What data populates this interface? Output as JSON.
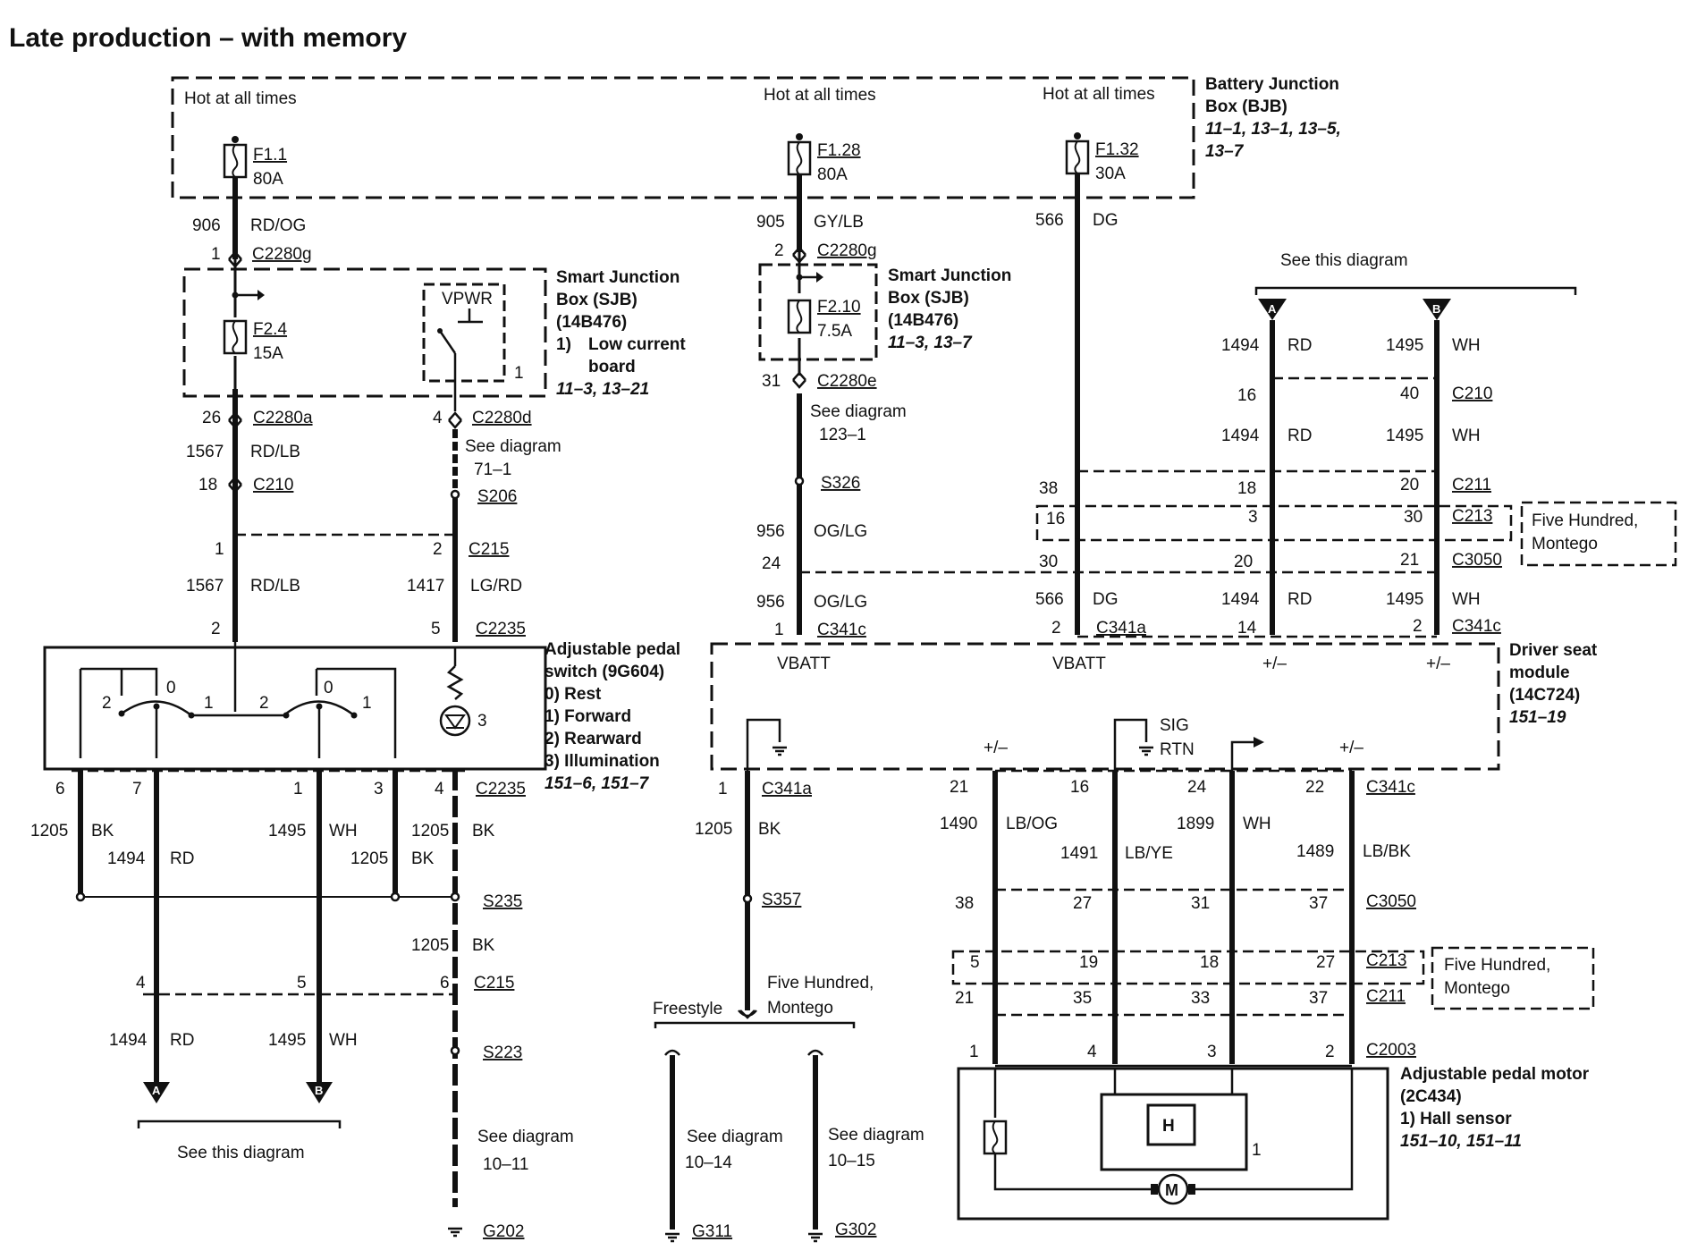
{
  "title": "Late production – with memory",
  "bjb": {
    "hot_left": "Hot at all times",
    "hot_mid": "Hot at all times",
    "hot_right": "Hot at all times",
    "name1": "Battery Junction",
    "name2": "Box (BJB)",
    "refs1": "11–1, 13–1, 13–5,",
    "refs2": "13–7",
    "fuses": [
      {
        "id": "F1.1",
        "rating": "80A"
      },
      {
        "id": "F1.28",
        "rating": "80A"
      },
      {
        "id": "F1.32",
        "rating": "30A"
      }
    ]
  },
  "sjb_left": {
    "name1": "Smart Junction",
    "name2": "Box (SJB)",
    "part": "(14B476)",
    "note_num": "1)",
    "note1": "Low current",
    "note2": "board",
    "refs": "11–3, 13–21",
    "fuse": {
      "id": "F2.4",
      "rating": "15A"
    },
    "vpwr": "VPWR",
    "relay_pin": "1"
  },
  "sjb_mid": {
    "name1": "Smart Junction",
    "name2": "Box (SJB)",
    "part": "(14B476)",
    "refs": "11–3, 13–7",
    "fuse": {
      "id": "F2.10",
      "rating": "7.5A"
    }
  },
  "pedal_switch": {
    "name1": "Adjustable pedal",
    "name2": "switch (9G604)",
    "states": [
      "0)   Rest",
      "1)   Forward",
      "2)   Rearward",
      "3)   Illumination"
    ],
    "refs": "151–6, 151–7",
    "contacts": [
      "2",
      "0",
      "1",
      "2",
      "0",
      "1",
      "3"
    ]
  },
  "driver_module": {
    "name1": "Driver seat",
    "name2": "module",
    "part": "(14C724)",
    "refs": "151–19",
    "vbatt1": "VBATT",
    "vbatt2": "VBATT",
    "pm1": "+/–",
    "pm2": "+/–",
    "pm3": "+/–",
    "pm4": "+/–",
    "sig": "SIG",
    "rtn": "RTN"
  },
  "pedal_motor": {
    "name1": "Adjustable pedal motor",
    "name2": "(2C434)",
    "note": "1)   Hall sensor",
    "refs": "151–10, 151–11",
    "hall": "H",
    "motor": "M",
    "pin": "1"
  },
  "five_hundred_box1": {
    "line1": "Five Hundred,",
    "line2": "Montego"
  },
  "five_hundred_box2": {
    "line1": "Five Hundred,",
    "line2": "Montego"
  },
  "see_this_top": "See this diagram",
  "see_this_bottom": "See this diagram",
  "connector_A": "A",
  "connector_B": "B",
  "freestyle": "Freestyle",
  "five_hundred_split1": "Five Hundred,",
  "five_hundred_split2": "Montego",
  "wires": [
    {
      "id": "w1",
      "text": "906"
    },
    {
      "id": "w2",
      "text": "RD/OG"
    },
    {
      "id": "w3",
      "text": "1"
    },
    {
      "id": "w4",
      "text": "C2280g"
    },
    {
      "id": "w5",
      "text": "26"
    },
    {
      "id": "w6",
      "text": "C2280a"
    },
    {
      "id": "w7",
      "text": "1567"
    },
    {
      "id": "w8",
      "text": "RD/LB"
    },
    {
      "id": "w9",
      "text": "18"
    },
    {
      "id": "w10",
      "text": "C210"
    },
    {
      "id": "w11",
      "text": "4"
    },
    {
      "id": "w12",
      "text": "C2280d"
    },
    {
      "id": "w13",
      "text": "See diagram"
    },
    {
      "id": "w14",
      "text": "71–1"
    },
    {
      "id": "w15",
      "text": "S206"
    },
    {
      "id": "w16",
      "text": "1"
    },
    {
      "id": "w17",
      "text": "2"
    },
    {
      "id": "w18",
      "text": "C215"
    },
    {
      "id": "w19",
      "text": "1567"
    },
    {
      "id": "w20",
      "text": "RD/LB"
    },
    {
      "id": "w21",
      "text": "1417"
    },
    {
      "id": "w22",
      "text": "LG/RD"
    },
    {
      "id": "w23",
      "text": "2"
    },
    {
      "id": "w24",
      "text": "5"
    },
    {
      "id": "w25",
      "text": "C2235"
    },
    {
      "id": "w26",
      "text": "905"
    },
    {
      "id": "w27",
      "text": "GY/LB"
    },
    {
      "id": "w28",
      "text": "2"
    },
    {
      "id": "w29",
      "text": "C2280g"
    },
    {
      "id": "w30",
      "text": "31"
    },
    {
      "id": "w31",
      "text": "C2280e"
    },
    {
      "id": "w32",
      "text": "See diagram"
    },
    {
      "id": "w33",
      "text": "123–1"
    },
    {
      "id": "w34",
      "text": "S326"
    },
    {
      "id": "w35",
      "text": "956"
    },
    {
      "id": "w36",
      "text": "OG/LG"
    },
    {
      "id": "w37",
      "text": "24"
    },
    {
      "id": "w38",
      "text": "956"
    },
    {
      "id": "w39",
      "text": "OG/LG"
    },
    {
      "id": "w40",
      "text": "1"
    },
    {
      "id": "w41",
      "text": "C341c"
    },
    {
      "id": "w42",
      "text": "566"
    },
    {
      "id": "w43",
      "text": "DG"
    },
    {
      "id": "w44",
      "text": "1494"
    },
    {
      "id": "w45",
      "text": "RD"
    },
    {
      "id": "w46",
      "text": "1495"
    },
    {
      "id": "w47",
      "text": "WH"
    },
    {
      "id": "w48",
      "text": "16"
    },
    {
      "id": "w49",
      "text": "40"
    },
    {
      "id": "w50",
      "text": "C210"
    },
    {
      "id": "w51",
      "text": "1494"
    },
    {
      "id": "w52",
      "text": "RD"
    },
    {
      "id": "w53",
      "text": "1495"
    },
    {
      "id": "w54",
      "text": "WH"
    },
    {
      "id": "w55",
      "text": "38"
    },
    {
      "id": "w56",
      "text": "18"
    },
    {
      "id": "w57",
      "text": "20"
    },
    {
      "id": "w58",
      "text": "C211"
    },
    {
      "id": "w59",
      "text": "16"
    },
    {
      "id": "w60",
      "text": "3"
    },
    {
      "id": "w61",
      "text": "30"
    },
    {
      "id": "w62",
      "text": "C213"
    },
    {
      "id": "w63",
      "text": "30"
    },
    {
      "id": "w64",
      "text": "20"
    },
    {
      "id": "w65",
      "text": "21"
    },
    {
      "id": "w66",
      "text": "C3050"
    },
    {
      "id": "w67",
      "text": "566"
    },
    {
      "id": "w68",
      "text": "DG"
    },
    {
      "id": "w69",
      "text": "1494"
    },
    {
      "id": "w70",
      "text": "RD"
    },
    {
      "id": "w71",
      "text": "1495"
    },
    {
      "id": "w72",
      "text": "WH"
    },
    {
      "id": "w73",
      "text": "2"
    },
    {
      "id": "w74",
      "text": "C341a"
    },
    {
      "id": "w75",
      "text": "14"
    },
    {
      "id": "w76",
      "text": "2"
    },
    {
      "id": "w77",
      "text": "C341c"
    },
    {
      "id": "w78",
      "text": "6"
    },
    {
      "id": "w79",
      "text": "7"
    },
    {
      "id": "w80",
      "text": "1"
    },
    {
      "id": "w81",
      "text": "3"
    },
    {
      "id": "w82",
      "text": "4"
    },
    {
      "id": "w83",
      "text": "C2235"
    },
    {
      "id": "w84",
      "text": "1205"
    },
    {
      "id": "w85",
      "text": "BK"
    },
    {
      "id": "w86",
      "text": "1494"
    },
    {
      "id": "w87",
      "text": "RD"
    },
    {
      "id": "w88",
      "text": "1495"
    },
    {
      "id": "w89",
      "text": "WH"
    },
    {
      "id": "w90",
      "text": "1205"
    },
    {
      "id": "w91",
      "text": "BK"
    },
    {
      "id": "w92",
      "text": "1205"
    },
    {
      "id": "w93",
      "text": "BK"
    },
    {
      "id": "w94",
      "text": "S235"
    },
    {
      "id": "w95",
      "text": "1205"
    },
    {
      "id": "w96",
      "text": "BK"
    },
    {
      "id": "w97",
      "text": "4"
    },
    {
      "id": "w98",
      "text": "5"
    },
    {
      "id": "w99",
      "text": "6"
    },
    {
      "id": "w100",
      "text": "C215"
    },
    {
      "id": "w101",
      "text": "1494"
    },
    {
      "id": "w102",
      "text": "RD"
    },
    {
      "id": "w103",
      "text": "1495"
    },
    {
      "id": "w104",
      "text": "WH"
    },
    {
      "id": "w105",
      "text": "S223"
    },
    {
      "id": "w106",
      "text": "See diagram"
    },
    {
      "id": "w107",
      "text": "10–11"
    },
    {
      "id": "w108",
      "text": "G202"
    },
    {
      "id": "w109",
      "text": "1"
    },
    {
      "id": "w110",
      "text": "C341a"
    },
    {
      "id": "w111",
      "text": "1205"
    },
    {
      "id": "w112",
      "text": "BK"
    },
    {
      "id": "w113",
      "text": "S357"
    },
    {
      "id": "w114",
      "text": "See diagram"
    },
    {
      "id": "w115",
      "text": "10–14"
    },
    {
      "id": "w116",
      "text": "G311"
    },
    {
      "id": "w117",
      "text": "See diagram"
    },
    {
      "id": "w118",
      "text": "10–15"
    },
    {
      "id": "w119",
      "text": "G302"
    },
    {
      "id": "w120",
      "text": "21"
    },
    {
      "id": "w121",
      "text": "16"
    },
    {
      "id": "w122",
      "text": "24"
    },
    {
      "id": "w123",
      "text": "22"
    },
    {
      "id": "w124",
      "text": "C341c"
    },
    {
      "id": "w125",
      "text": "1490"
    },
    {
      "id": "w126",
      "text": "LB/OG"
    },
    {
      "id": "w127",
      "text": "1899"
    },
    {
      "id": "w128",
      "text": "WH"
    },
    {
      "id": "w129",
      "text": "1491"
    },
    {
      "id": "w130",
      "text": "LB/YE"
    },
    {
      "id": "w131",
      "text": "1489"
    },
    {
      "id": "w132",
      "text": "LB/BK"
    },
    {
      "id": "w133",
      "text": "38"
    },
    {
      "id": "w134",
      "text": "27"
    },
    {
      "id": "w135",
      "text": "31"
    },
    {
      "id": "w136",
      "text": "37"
    },
    {
      "id": "w137",
      "text": "C3050"
    },
    {
      "id": "w138",
      "text": "5"
    },
    {
      "id": "w139",
      "text": "19"
    },
    {
      "id": "w140",
      "text": "18"
    },
    {
      "id": "w141",
      "text": "27"
    },
    {
      "id": "w142",
      "text": "C213"
    },
    {
      "id": "w143",
      "text": "21"
    },
    {
      "id": "w144",
      "text": "35"
    },
    {
      "id": "w145",
      "text": "33"
    },
    {
      "id": "w146",
      "text": "37"
    },
    {
      "id": "w147",
      "text": "C211"
    },
    {
      "id": "w148",
      "text": "1"
    },
    {
      "id": "w149",
      "text": "4"
    },
    {
      "id": "w150",
      "text": "3"
    },
    {
      "id": "w151",
      "text": "2"
    },
    {
      "id": "w152",
      "text": "C2003"
    }
  ]
}
